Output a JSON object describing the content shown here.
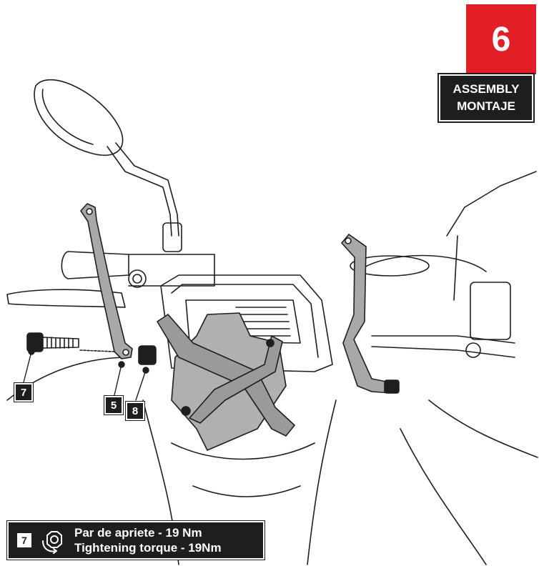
{
  "step": {
    "number": "6",
    "color": "#e21f26"
  },
  "header": {
    "line1": "ASSEMBLY",
    "line2": "MONTAJE"
  },
  "callouts": {
    "bolt": "7",
    "bracket": "5",
    "spacer": "8"
  },
  "torque": {
    "ref": "7",
    "icon": "torque-wrench-icon",
    "spanish": "Par de apriete - 19 Nm",
    "english": "Tightening torque - 19Nm"
  }
}
